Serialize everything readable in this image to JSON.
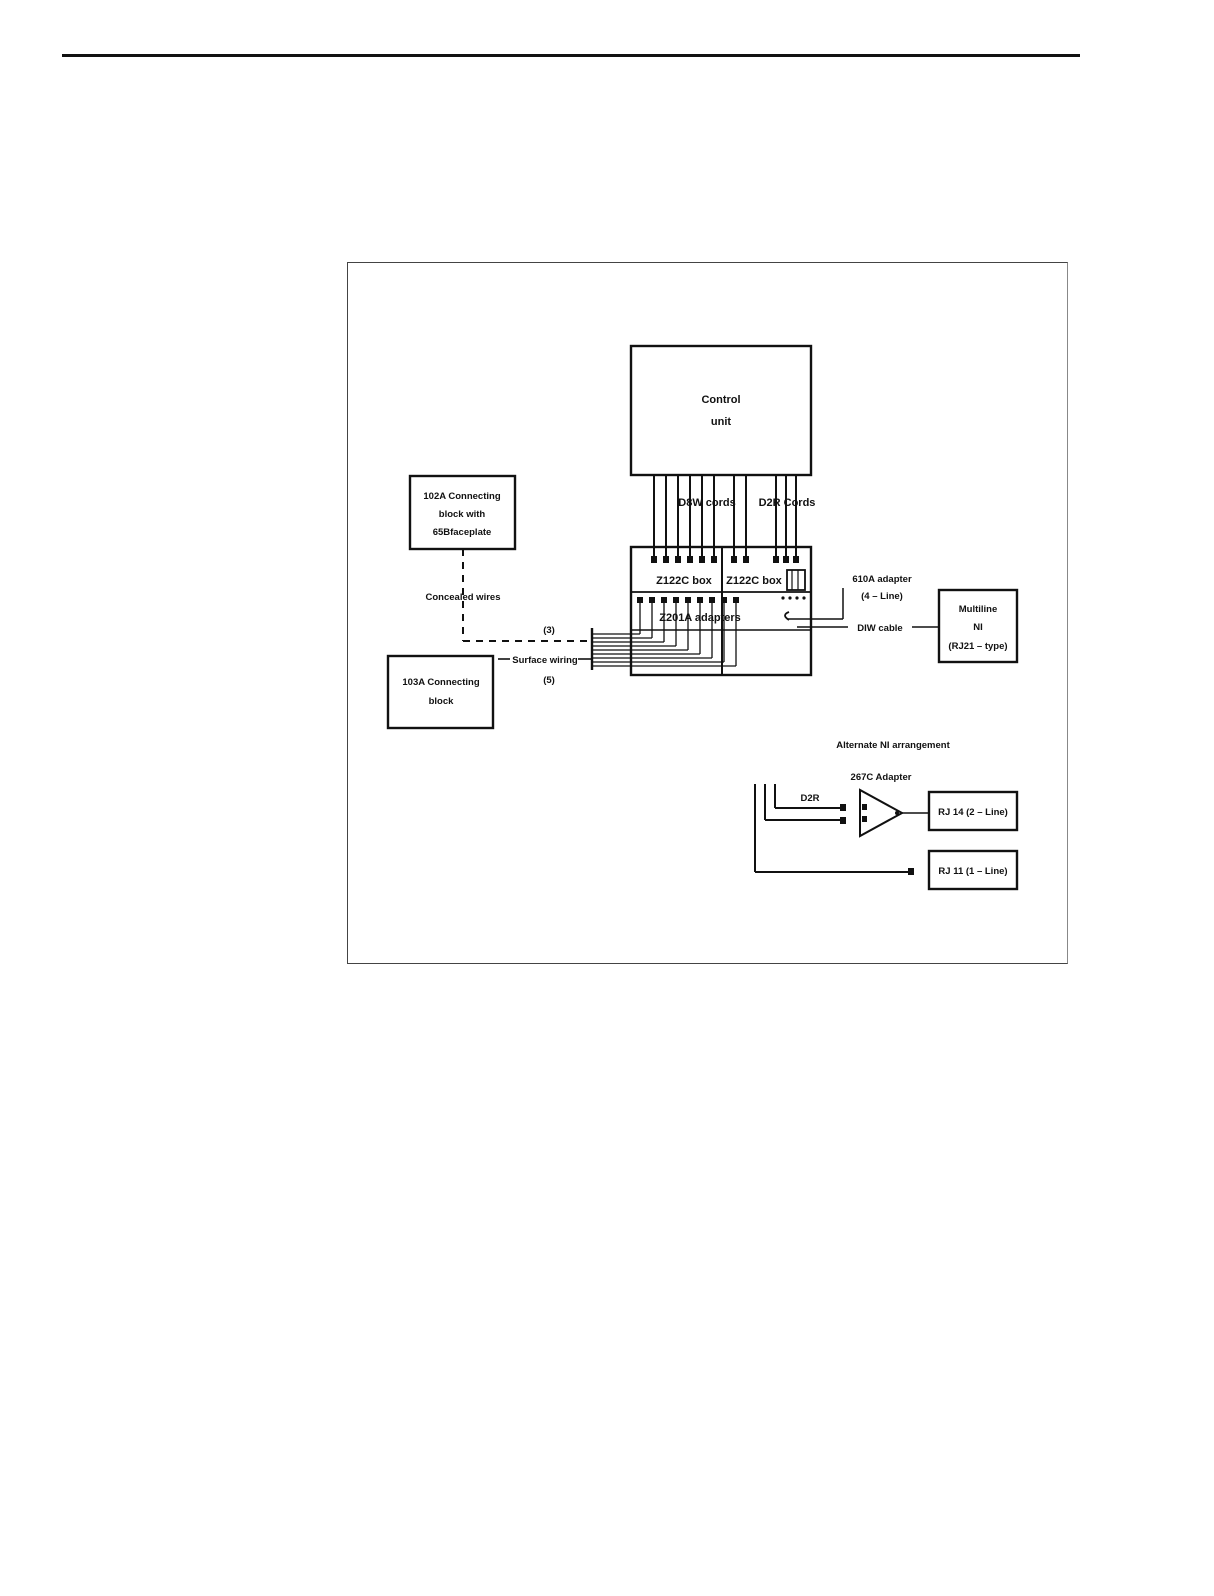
{
  "diagram": {
    "control_unit": {
      "line1": "Control",
      "line2": "unit"
    },
    "cords": {
      "d8w": "D8W cords",
      "d2r": "D2R Cords"
    },
    "z122c_left": "Z122C box",
    "z122c_right": "Z122C box",
    "z201a": "Z201A adapters",
    "adapter_610a": {
      "line1": "610A adapter",
      "line2": "(4 – Line)"
    },
    "diw_cable": "DIW cable",
    "multiline_ni": {
      "line1": "Multiline",
      "line2": "NI",
      "line3": "(RJ21 – type)"
    },
    "block_102a": {
      "line1": "102A Connecting",
      "line2": "block with",
      "line3": "65Bfaceplate"
    },
    "concealed_wires": "Concealed wires",
    "count_3": "(3)",
    "surface_wiring": "Surface wiring",
    "count_5": "(5)",
    "block_103a": {
      "line1": "103A Connecting",
      "line2": "block"
    },
    "alternate": {
      "title": "Alternate NI arrangement",
      "adapter_267c": "267C Adapter",
      "d2r": "D2R",
      "rj14": "RJ 14 (2 – Line)",
      "rj11": "RJ 11 (1 – Line)"
    }
  }
}
